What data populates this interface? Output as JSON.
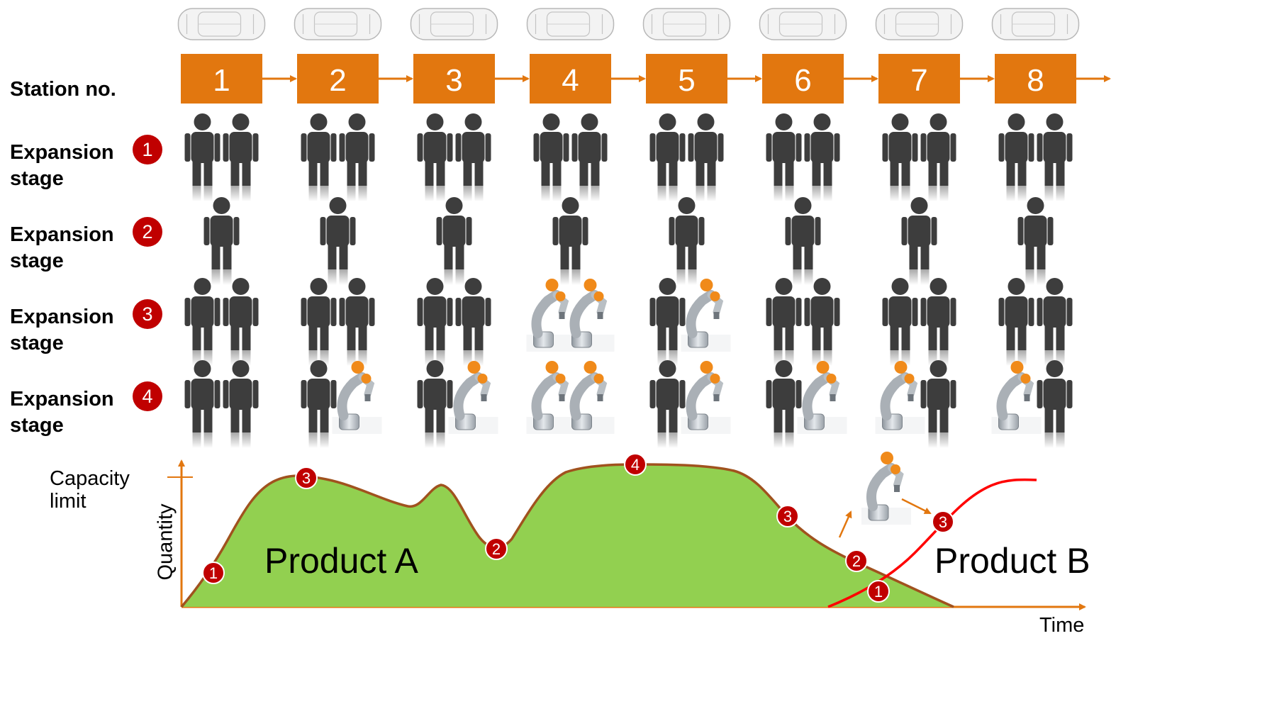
{
  "station_row_label": "Station no.",
  "stations": [
    "1",
    "2",
    "3",
    "4",
    "5",
    "6",
    "7",
    "8"
  ],
  "colors": {
    "station_orange": "#E2770F",
    "worker_gray": "#3d3d3d",
    "badge_red": "#C00000",
    "fill_green": "#92D050",
    "curve_brown": "#A0521E",
    "curve_b_red": "#FF0000",
    "axis_orange": "#E2770F"
  },
  "stages": [
    {
      "label": "Expansion stage",
      "badge": "1",
      "stations": [
        [
          "worker",
          "worker"
        ],
        [
          "worker",
          "worker"
        ],
        [
          "worker",
          "worker"
        ],
        [
          "worker",
          "worker"
        ],
        [
          "worker",
          "worker"
        ],
        [
          "worker",
          "worker"
        ],
        [
          "worker",
          "worker"
        ],
        [
          "worker",
          "worker"
        ]
      ]
    },
    {
      "label": "Expansion stage",
      "badge": "2",
      "stations": [
        [
          "worker"
        ],
        [
          "worker"
        ],
        [
          "worker"
        ],
        [
          "worker"
        ],
        [
          "worker"
        ],
        [
          "worker"
        ],
        [
          "worker"
        ],
        [
          "worker"
        ]
      ]
    },
    {
      "label": "Expansion stage",
      "badge": "3",
      "stations": [
        [
          "worker",
          "worker"
        ],
        [
          "worker",
          "worker"
        ],
        [
          "worker",
          "worker"
        ],
        [
          "robot",
          "robot"
        ],
        [
          "worker",
          "robot"
        ],
        [
          "worker",
          "worker"
        ],
        [
          "worker",
          "worker"
        ],
        [
          "worker",
          "worker"
        ]
      ]
    },
    {
      "label": "Expansion stage",
      "badge": "4",
      "stations": [
        [
          "worker",
          "worker"
        ],
        [
          "worker",
          "robot"
        ],
        [
          "worker",
          "robot"
        ],
        [
          "robot",
          "robot"
        ],
        [
          "worker",
          "robot"
        ],
        [
          "worker",
          "robot"
        ],
        [
          "robot",
          "worker"
        ],
        [
          "robot",
          "worker"
        ]
      ]
    }
  ],
  "chart": {
    "capacity_label": "Capacity limit",
    "y_axis_label": "Quantity",
    "x_axis_label": "Time",
    "product_a": "Product A",
    "product_b": "Product B",
    "curve_a_badges": [
      "1",
      "3",
      "2",
      "4",
      "3",
      "2"
    ],
    "curve_b_badges": [
      "1",
      "3"
    ]
  }
}
